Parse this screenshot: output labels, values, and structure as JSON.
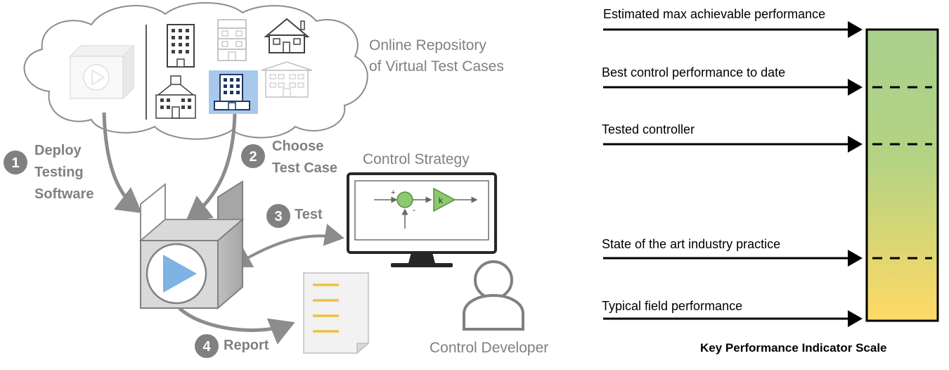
{
  "repository": {
    "label_line1": "Online Repository",
    "label_line2": "of Virtual Test Cases"
  },
  "steps": [
    {
      "number": "1",
      "line1": "Deploy",
      "line2": "Testing",
      "line3": "Software"
    },
    {
      "number": "2",
      "line1": "Choose",
      "line2": "Test Case"
    },
    {
      "number": "3",
      "line1": "Test"
    },
    {
      "number": "4",
      "line1": "Report"
    }
  ],
  "control": {
    "strategy_label": "Control Strategy",
    "developer_label": "Control Developer",
    "plus_sign": "+",
    "minus_sign": "-",
    "gain_label": "k"
  },
  "kpi": {
    "title": "Key Performance Indicator Scale",
    "levels": [
      "Estimated max achievable performance",
      "Best control performance to date",
      "Tested controller",
      "State of the art industry practice",
      "Typical field performance"
    ]
  },
  "colors": {
    "gray": "#808080",
    "arrow_gray": "#8c8c8c",
    "play_blue": "#7fb2e5",
    "highlight_blue": "#a8c8ec",
    "report_lines": "#f0c040",
    "controller_green": "#8cc870",
    "kpi_top": "#a8d08d",
    "kpi_bottom": "#ffd966"
  },
  "icons": [
    "cloud-icon",
    "building-icon",
    "house-icon",
    "play-icon",
    "monitor-icon",
    "report-document-icon",
    "person-icon",
    "summing-junction-icon",
    "gain-block-icon"
  ]
}
